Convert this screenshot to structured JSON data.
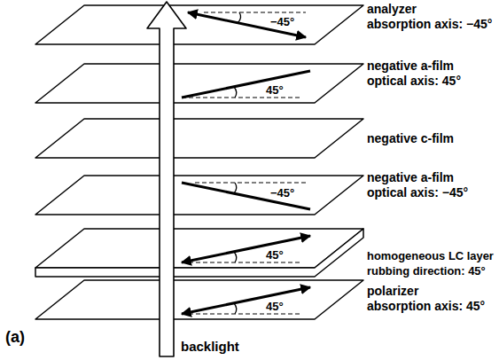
{
  "diagram": {
    "labels": [
      "−45°",
      "analyzer absorption axis: −45°",
      "45°",
      "negative a-film optical axis: 45°",
      "negative c-film",
      "−45°",
      "negative a-film optical axis: −45°",
      "45°",
      "homogeneous LC layer rubbing direction: 45°",
      "45°",
      "polarizer absorption axis: 45°",
      "(a)",
      "backlight"
    ]
  }
}
